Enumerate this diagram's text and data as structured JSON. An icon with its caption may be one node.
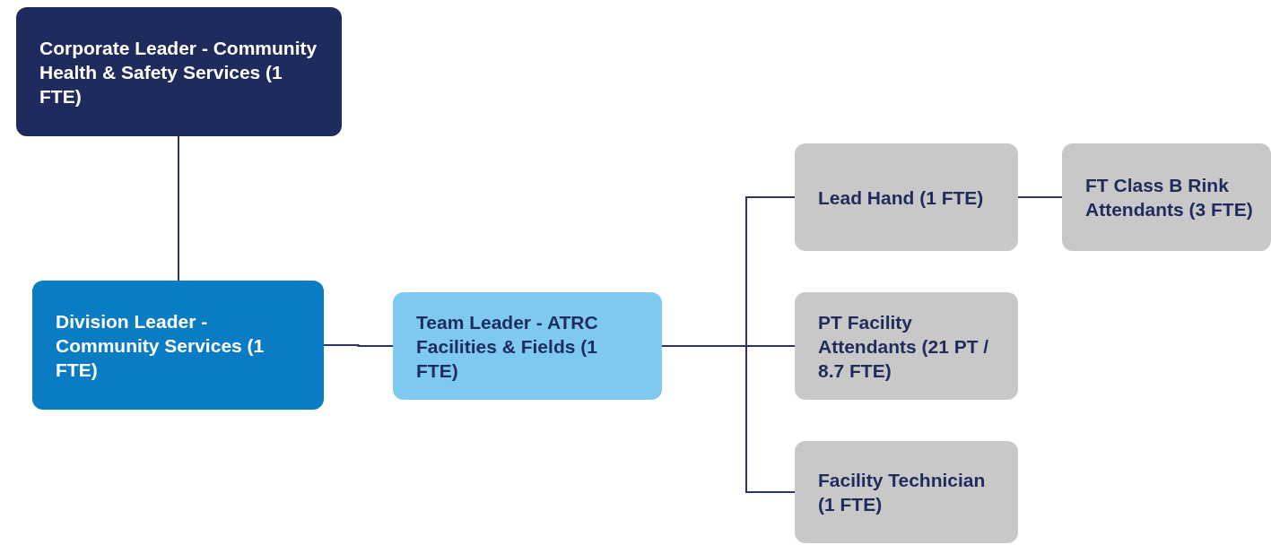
{
  "diagram": {
    "nodes": [
      {
        "text": [
          "Corporate Leader - Community Health & Safety Services (1 FTE)"
        ]
      },
      {
        "text": [
          "Division Leader - Community Services (1 FTE)"
        ]
      },
      {
        "text": [
          "Team Leader - ATRC Facilities & Fields (1 FTE)"
        ]
      },
      {
        "text": [
          "Lead Hand (1 FTE)"
        ]
      },
      {
        "text": [
          "FT Class B Rink Attendants (3 FTE)"
        ]
      },
      {
        "text": [
          "PT Facility Attendants (21 PT / 8.7 FTE)"
        ]
      },
      {
        "text": [
          "Facility Technician (1 FTE)"
        ]
      }
    ],
    "edges": [
      {
        "from": 0,
        "to": 1,
        "arrow": "none"
      },
      {
        "from": 1,
        "to": 2,
        "arrow": "none"
      },
      {
        "from": 2,
        "to": 3,
        "arrow": "none"
      },
      {
        "from": 2,
        "to": 5,
        "arrow": "none"
      },
      {
        "from": 2,
        "to": 6,
        "arrow": "none"
      },
      {
        "from": 3,
        "to": 4,
        "arrow": "none"
      }
    ]
  }
}
